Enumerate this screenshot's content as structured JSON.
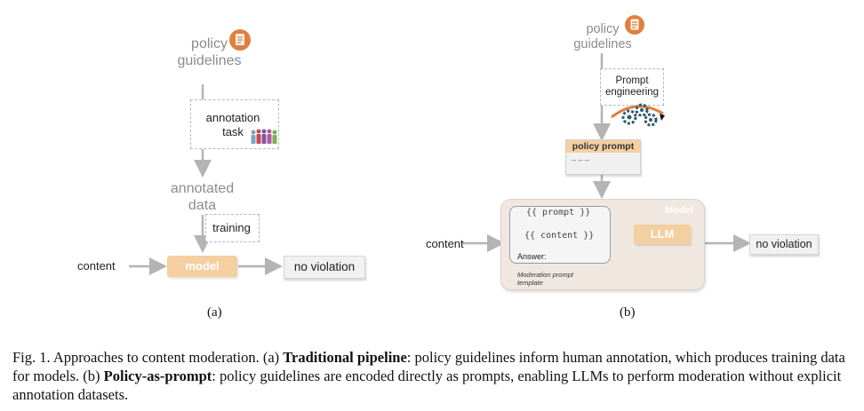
{
  "panel_a": {
    "policy_guidelines": "policy\nguidelines",
    "annotation_task": "annotation\ntask",
    "annotated_data": "annotated\ndata",
    "training": "training",
    "content": "content",
    "model": "model",
    "no_violation": "no violation",
    "label": "(a)"
  },
  "panel_b": {
    "policy_guidelines": "policy\nguidelines",
    "prompt_engineering": "Prompt\nengineering",
    "policy_prompt": "policy prompt",
    "policy_prompt_body": "–  –  –",
    "model": "Model",
    "prompt_var": "{{ prompt }}",
    "content_var": "{{ content }}",
    "answer": "Answer:",
    "template_label": "Moderation prompt\ntemplate",
    "llm": "LLM",
    "content": "content",
    "no_violation": "no violation",
    "label": "(b)"
  },
  "caption": {
    "fig": "Fig. 1.  Approaches to content moderation. (a) ",
    "bold1": "Traditional pipeline",
    "mid": ": policy guidelines inform human annotation, which produces training data for models. (b) ",
    "bold2": "Policy-as-prompt",
    "end": ": policy guidelines are encoded directly as prompts, enabling LLMs to perform moderation without explicit annotation datasets."
  },
  "colors": {
    "arrow": "#b4b4b4",
    "orange": "#f4cfa0",
    "model_bg": "#efe7e0",
    "doc_icon": "#e07f3f"
  },
  "icons": [
    "document-icon",
    "people-icon",
    "gears-icon"
  ]
}
